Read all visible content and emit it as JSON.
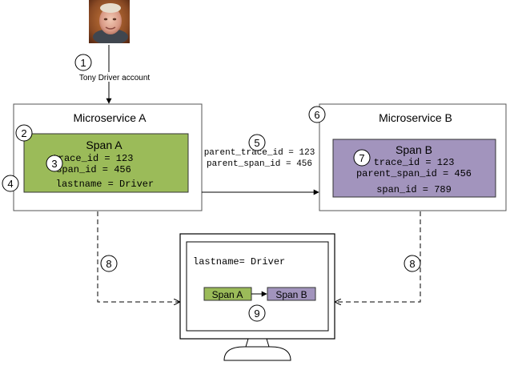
{
  "user": {
    "step": "1",
    "account_label": "Tony Driver account"
  },
  "microservice_a": {
    "title": "Microservice A",
    "span": {
      "title": "Span A",
      "trace_id": "trace_id = 123",
      "span_id": "span_id = 456",
      "lastname": "lastname = Driver"
    },
    "steps": {
      "box": "2",
      "ids": "3",
      "attribute": "4"
    }
  },
  "propagation": {
    "step": "5",
    "parent_trace_id": "parent_trace_id = 123",
    "parent_span_id": "parent_span_id = 456"
  },
  "microservice_b": {
    "title": "Microservice B",
    "span": {
      "title": "Span B",
      "trace_id": "trace_id = 123",
      "parent_span_id": "parent_span_id = 456",
      "span_id": "span_id = 789"
    },
    "steps": {
      "service": "6",
      "span": "7"
    }
  },
  "export_steps": {
    "left": "8",
    "right": "8"
  },
  "monitor": {
    "attribute": "lastname= Driver",
    "span_a": "Span A",
    "span_b": "Span B",
    "step": "9"
  },
  "colors": {
    "span_a_fill": "#9bbb59",
    "span_b_fill": "#a294bd",
    "stroke": "#000000",
    "box_border": "#555555"
  }
}
